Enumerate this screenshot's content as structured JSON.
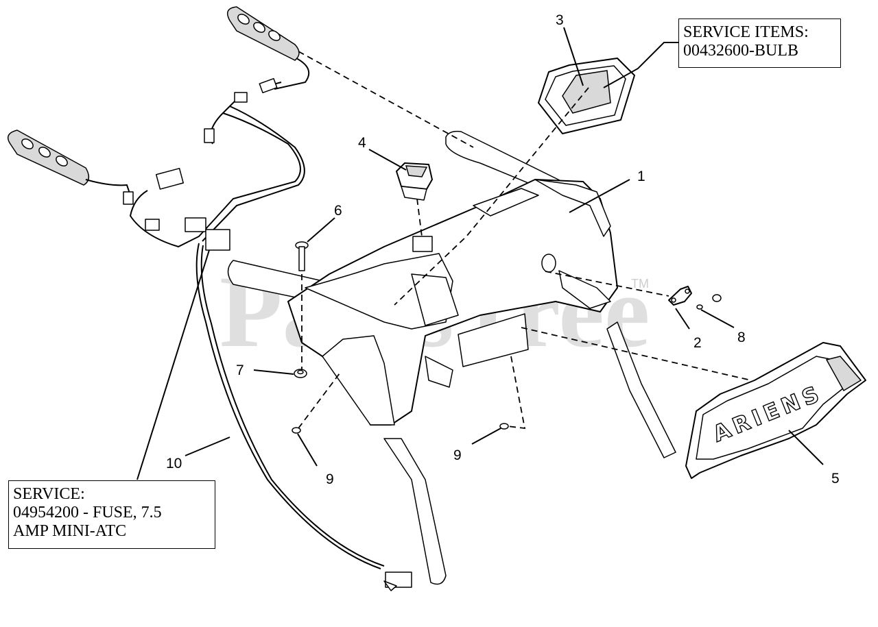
{
  "watermark": {
    "text": "PartsTree",
    "mark": "TM"
  },
  "service_items_box": {
    "line1": "SERVICE ITEMS:",
    "line2": "00432600-BULB"
  },
  "service_fuse_box": {
    "line1": "SERVICE:",
    "line2": "04954200 - FUSE, 7.5",
    "line3": "AMP MINI-ATC"
  },
  "callouts": {
    "n1": "1",
    "n2": "2",
    "n3": "3",
    "n4": "4",
    "n5": "5",
    "n6": "6",
    "n7": "7",
    "n8": "8",
    "n9a": "9",
    "n9b": "9",
    "n10": "10"
  },
  "parts": {
    "p1": "dash-panel-icon",
    "p2": "bracket-icon",
    "p3": "headlight-icon",
    "p4": "switch-icon",
    "p5": "ariens-badge-icon",
    "p6": "bolt-icon",
    "p7": "nut-icon",
    "p8": "nut-icon",
    "p9": "screw-icon",
    "p10": "wire-harness-icon"
  },
  "badge_text": "ARIENS"
}
